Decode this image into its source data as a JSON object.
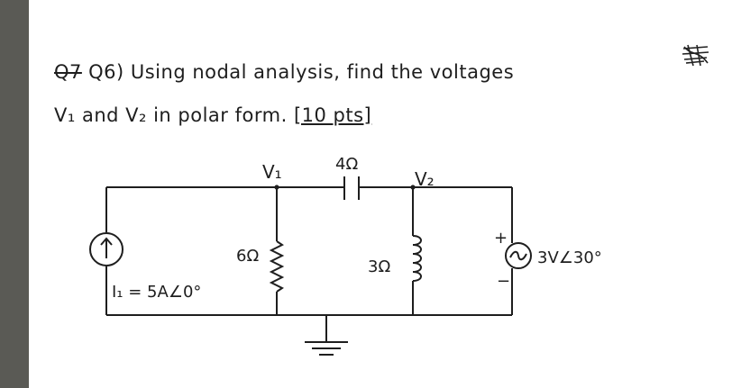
{
  "question": {
    "number_struck": "Q7",
    "number": "Q6)",
    "line1": "Using nodal analysis, find the voltages",
    "line2": "V₁ and V₂ in polar form.",
    "points": "[10 pts]"
  },
  "circuit": {
    "node_v1_label": "V₁",
    "node_v2_label": "V₂",
    "capacitor_label": "4Ω",
    "resistor_label": "6Ω",
    "inductor_label": "3Ω",
    "current_source_label": "I₁ = 5A∠0°",
    "voltage_source_label": "3V∠30°",
    "plus_sign": "+",
    "minus_sign": "−",
    "arrow_glyph": "↑",
    "tilde_glyph": "~"
  }
}
